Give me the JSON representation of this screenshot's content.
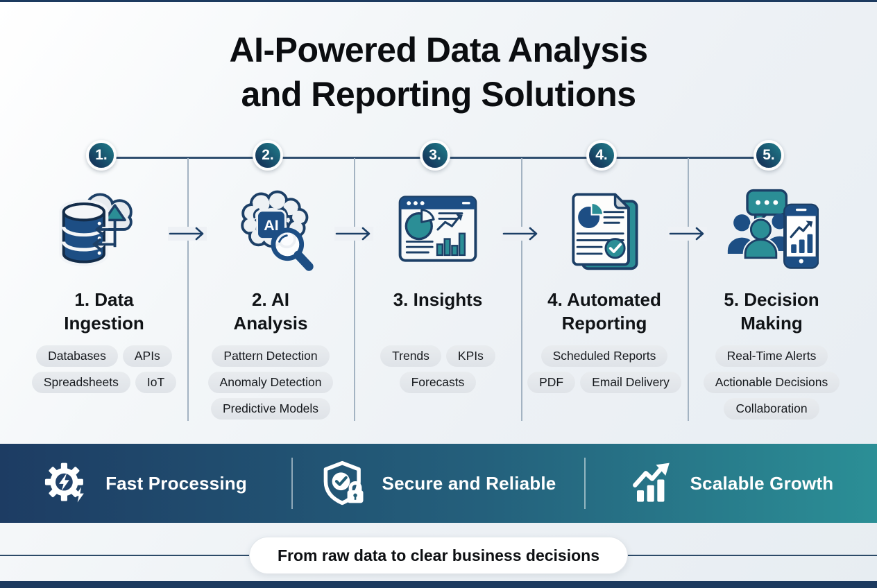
{
  "title": {
    "line1": "AI-Powered Data Analysis",
    "line2": "and Reporting Solutions"
  },
  "steps": [
    {
      "badge": "1.",
      "icon": "database-cloud",
      "heading": [
        "1. Data",
        "Ingestion"
      ],
      "tags": [
        "Databases",
        "APIs",
        "Spreadsheets",
        "IoT"
      ]
    },
    {
      "badge": "2.",
      "icon": "ai-brain-magnifier",
      "chip_label": "AI",
      "heading": [
        "2. AI",
        "Analysis"
      ],
      "tags": [
        "Pattern Detection",
        "Anomaly Detection",
        "Predictive Models"
      ]
    },
    {
      "badge": "3.",
      "icon": "analytics-dashboard",
      "heading": [
        "3. Insights"
      ],
      "tags": [
        "Trends",
        "KPIs",
        "Forecasts"
      ]
    },
    {
      "badge": "4.",
      "icon": "report-document-check",
      "heading": [
        "4. Automated",
        "Reporting"
      ],
      "tags": [
        "Scheduled Reports",
        "PDF",
        "Email Delivery"
      ]
    },
    {
      "badge": "5.",
      "icon": "team-mobile-chart",
      "heading": [
        "5. Decision",
        "Making"
      ],
      "tags": [
        "Real-Time Alerts",
        "Actionable Decisions",
        "Collaboration"
      ]
    }
  ],
  "features": [
    {
      "label": "Fast Processing",
      "icon": "gear-lightning"
    },
    {
      "label": "Secure and Reliable",
      "icon": "shield-check-lock"
    },
    {
      "label": "Scalable Growth",
      "icon": "growth-bars-arrow"
    }
  ],
  "footer": {
    "tagline": "From raw data to clear business decisions"
  },
  "colors": {
    "navy": "#1c3f66",
    "navy_fill": "#1d4e84",
    "teal": "#2b8e96",
    "banner_start": "#1d3c63",
    "banner_end": "#2b8f96",
    "pill_bg": "#e4e8ec",
    "background": "#f0f3f6"
  }
}
